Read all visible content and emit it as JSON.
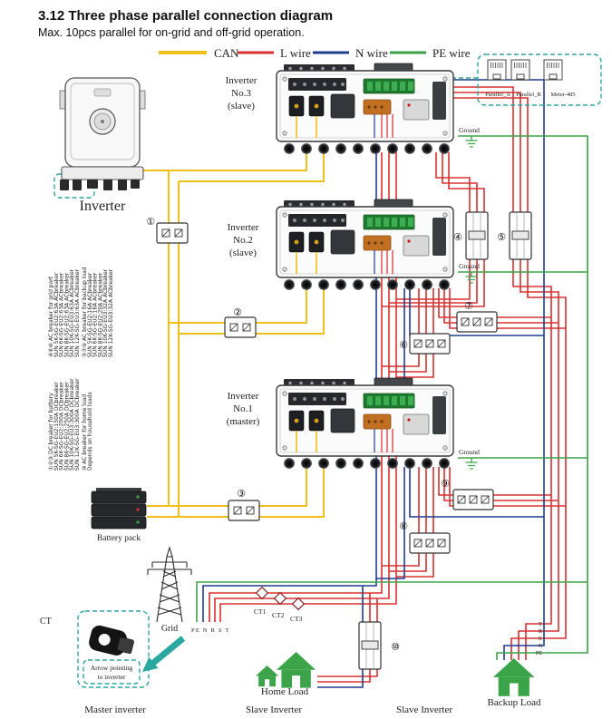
{
  "title": "3.12 Three phase parallel connection diagram",
  "subtitle": "Max. 10pcs parallel for on-grid and off-grid operation.",
  "legend": {
    "can": "CAN",
    "l": "L wire",
    "n": "N wire",
    "pe": "PE wire"
  },
  "colors": {
    "can": "#F0C01A",
    "l": "#D93030",
    "n": "#1F3D8F",
    "pe": "#3BA348",
    "teal": "#2AA7A0"
  },
  "comm_box": {
    "port1": "Parallel_A",
    "port2": "Parallel_B",
    "port3": "Meter-485"
  },
  "product_label": "Inverter",
  "inverters": [
    {
      "line1": "Inverter",
      "line2": "No.3",
      "line3": "(slave)"
    },
    {
      "line1": "Inverter",
      "line2": "No.2",
      "line3": "(slave)"
    },
    {
      "line1": "Inverter",
      "line2": "No.1",
      "line3": "(master)"
    }
  ],
  "ground_label": "Ground",
  "notes": {
    "grid_breaker": {
      "title": "④⑥⑧ AC breaker for grid port",
      "lines": [
        "SUN 5K-SG-EU2:63A ACbreaker",
        "SUN 6K-SG-EU2:63A ACbreaker",
        "SUN 8K-SG-EU2:63A ACbreaker",
        "SUN 10K-SG-EU3:63A ACbreaker",
        "SUN 12K-SG-EU3:63A ACbreaker"
      ]
    },
    "backup_breaker": {
      "title": "⑤⑦⑨ AC breaker for backup load",
      "lines": [
        "SUN 5K-SG-EU2:16A ACbreaker",
        "SUN 6K-SG-EU2:16A ACbreaker",
        "SUN 8K-SG-EU2:20A ACbreaker",
        "SUN 10K-SG-EU3:32A ACbreaker",
        "SUN 12K-SG-EU3:32A ACbreaker"
      ]
    },
    "battery_breaker": {
      "title": "①②③ DC breaker for battery",
      "lines": [
        "SUN 5K-SG-EU2:150A DCbreaker",
        "SUN 6K-SG-EU2:200A DCbreaker",
        "SUN 8K-SG-EU2:250A DCbreaker",
        "SUN 10K-SG-EU3:300A DCbreaker",
        "SUN 12K-SG-EU3:300A DCbreaker"
      ]
    },
    "home_breaker": {
      "title": "⑩ AC breaker for home load",
      "line": "Depends on household loads"
    }
  },
  "battery_label": "Battery pack",
  "grid": {
    "label": "Grid",
    "wires": "PE N R S T"
  },
  "ct": {
    "label": "CT",
    "note1": "Arrow pointing",
    "note2": "to inverter",
    "ct1": "CT1",
    "ct2": "CT2",
    "ct3": "CT3"
  },
  "backup_wire_labels": [
    "T",
    "R",
    "S",
    "N",
    "PE"
  ],
  "loads": {
    "home": "Home Load",
    "backup": "Backup Load"
  },
  "bottom_labels": [
    "Master inverter",
    "Slave Inverter",
    "Slave Inverter"
  ],
  "markers": {
    "m1": "①",
    "m2": "②",
    "m3": "③",
    "m4": "④",
    "m5": "⑤",
    "m6": "⑥",
    "m7": "⑦",
    "m8": "⑧",
    "m9": "⑨",
    "m10": "⑩"
  }
}
